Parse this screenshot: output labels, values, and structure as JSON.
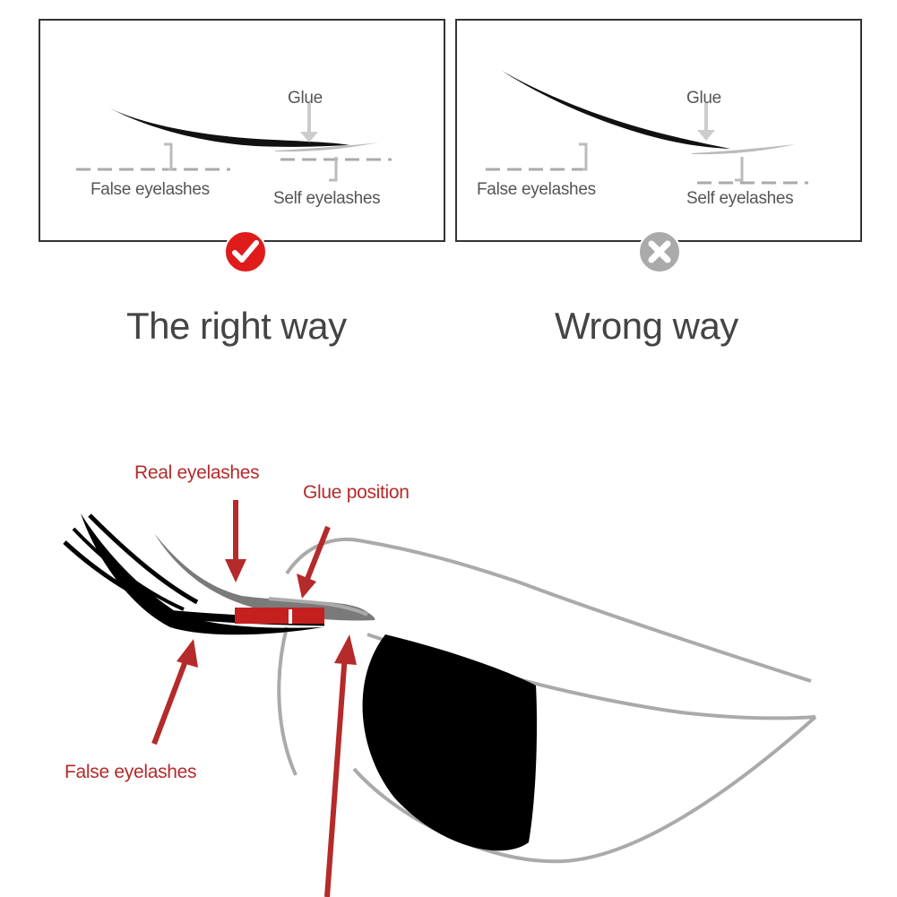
{
  "panels": [
    {
      "verdict": "right",
      "glue": "Glue",
      "false_label": "False eyelashes",
      "self_label": "Self eyelashes",
      "caption": "The right way",
      "badge_icon": "checkmark-icon",
      "badge_color": "#e01b1b"
    },
    {
      "verdict": "wrong",
      "glue": "Glue",
      "false_label": "False eyelashes",
      "self_label": "Self eyelashes",
      "caption": "Wrong way",
      "badge_icon": "cross-icon",
      "badge_color": "#aaaaaa"
    }
  ],
  "diagram": {
    "real_eyelashes": "Real eyelashes",
    "glue_position": "Glue position",
    "false_eyelashes": "False eyelashes",
    "accent_color": "#b52a2a"
  }
}
